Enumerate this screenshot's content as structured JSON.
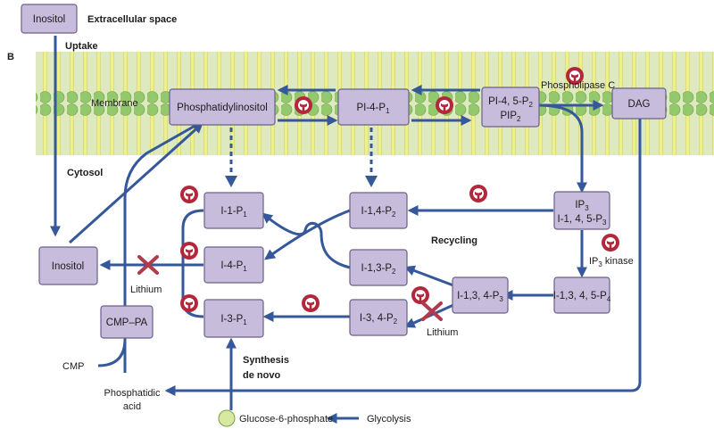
{
  "panel_letter": "B",
  "regions": {
    "extracellular": "Extracellular space",
    "membrane": "Membrane",
    "cytosol": "Cytosol",
    "recycling": "Recycling",
    "synthesis_line1": "Synthesis",
    "synthesis_line2": "de novo"
  },
  "nodes": {
    "inositol_ext": "Inositol",
    "phosphatidylinositol": "Phosphatidylinositol",
    "pi4p1": {
      "main": "PI-4-P",
      "sub": "1"
    },
    "pi45p2": {
      "l1_main": "PI-4, 5-P",
      "l1_sub": "2",
      "l2_main": "PIP",
      "l2_sub": "2"
    },
    "dag": "DAG",
    "ip3": {
      "l1_main": "IP",
      "l1_sub": "3",
      "l2_main": "I-1, 4, 5-P",
      "l2_sub": "3"
    },
    "i1p1": {
      "main": "I-1-P",
      "sub": "1"
    },
    "i14p2": {
      "main": "I-1,4-P",
      "sub": "2"
    },
    "i4p1": {
      "main": "I-4-P",
      "sub": "1"
    },
    "i13p2": {
      "main": "I-1,3-P",
      "sub": "2"
    },
    "i134p3": {
      "main": "I-1,3, 4-P",
      "sub": "3"
    },
    "i1345p4": {
      "main": "I-1,3, 4, 5-P",
      "sub": "4"
    },
    "i3p1": {
      "main": "I-3-P",
      "sub": "1"
    },
    "i34p2": {
      "main": "I-3, 4-P",
      "sub": "2"
    },
    "inositol_cyt": "Inositol",
    "cmp_pa": "CMP–PA"
  },
  "labels": {
    "uptake": "Uptake",
    "phospholipase_c": "Phospholipase C",
    "ip3_kinase_main": "IP",
    "ip3_kinase_sub": "3",
    "ip3_kinase_rest": " kinase",
    "lithium_1": "Lithium",
    "lithium_2": "Lithium",
    "cmp": "CMP",
    "phosphatidic_1": "Phosphatidic",
    "phosphatidic_2": "acid",
    "glucose6p": "Glucose-6-phosphate",
    "glycolysis": "Glycolysis"
  },
  "colors": {
    "node_fill": "#c7bcdc",
    "node_stroke": "#6b5f88",
    "arrow": "#35589a",
    "membrane_band": "#dfe9bf",
    "lipid_head": "#93c86c",
    "lipid_tail": "#eef08a",
    "enzyme": "#b2283a",
    "inhibit_x": "#b13a4d",
    "glucose": "#d7e8a0"
  }
}
